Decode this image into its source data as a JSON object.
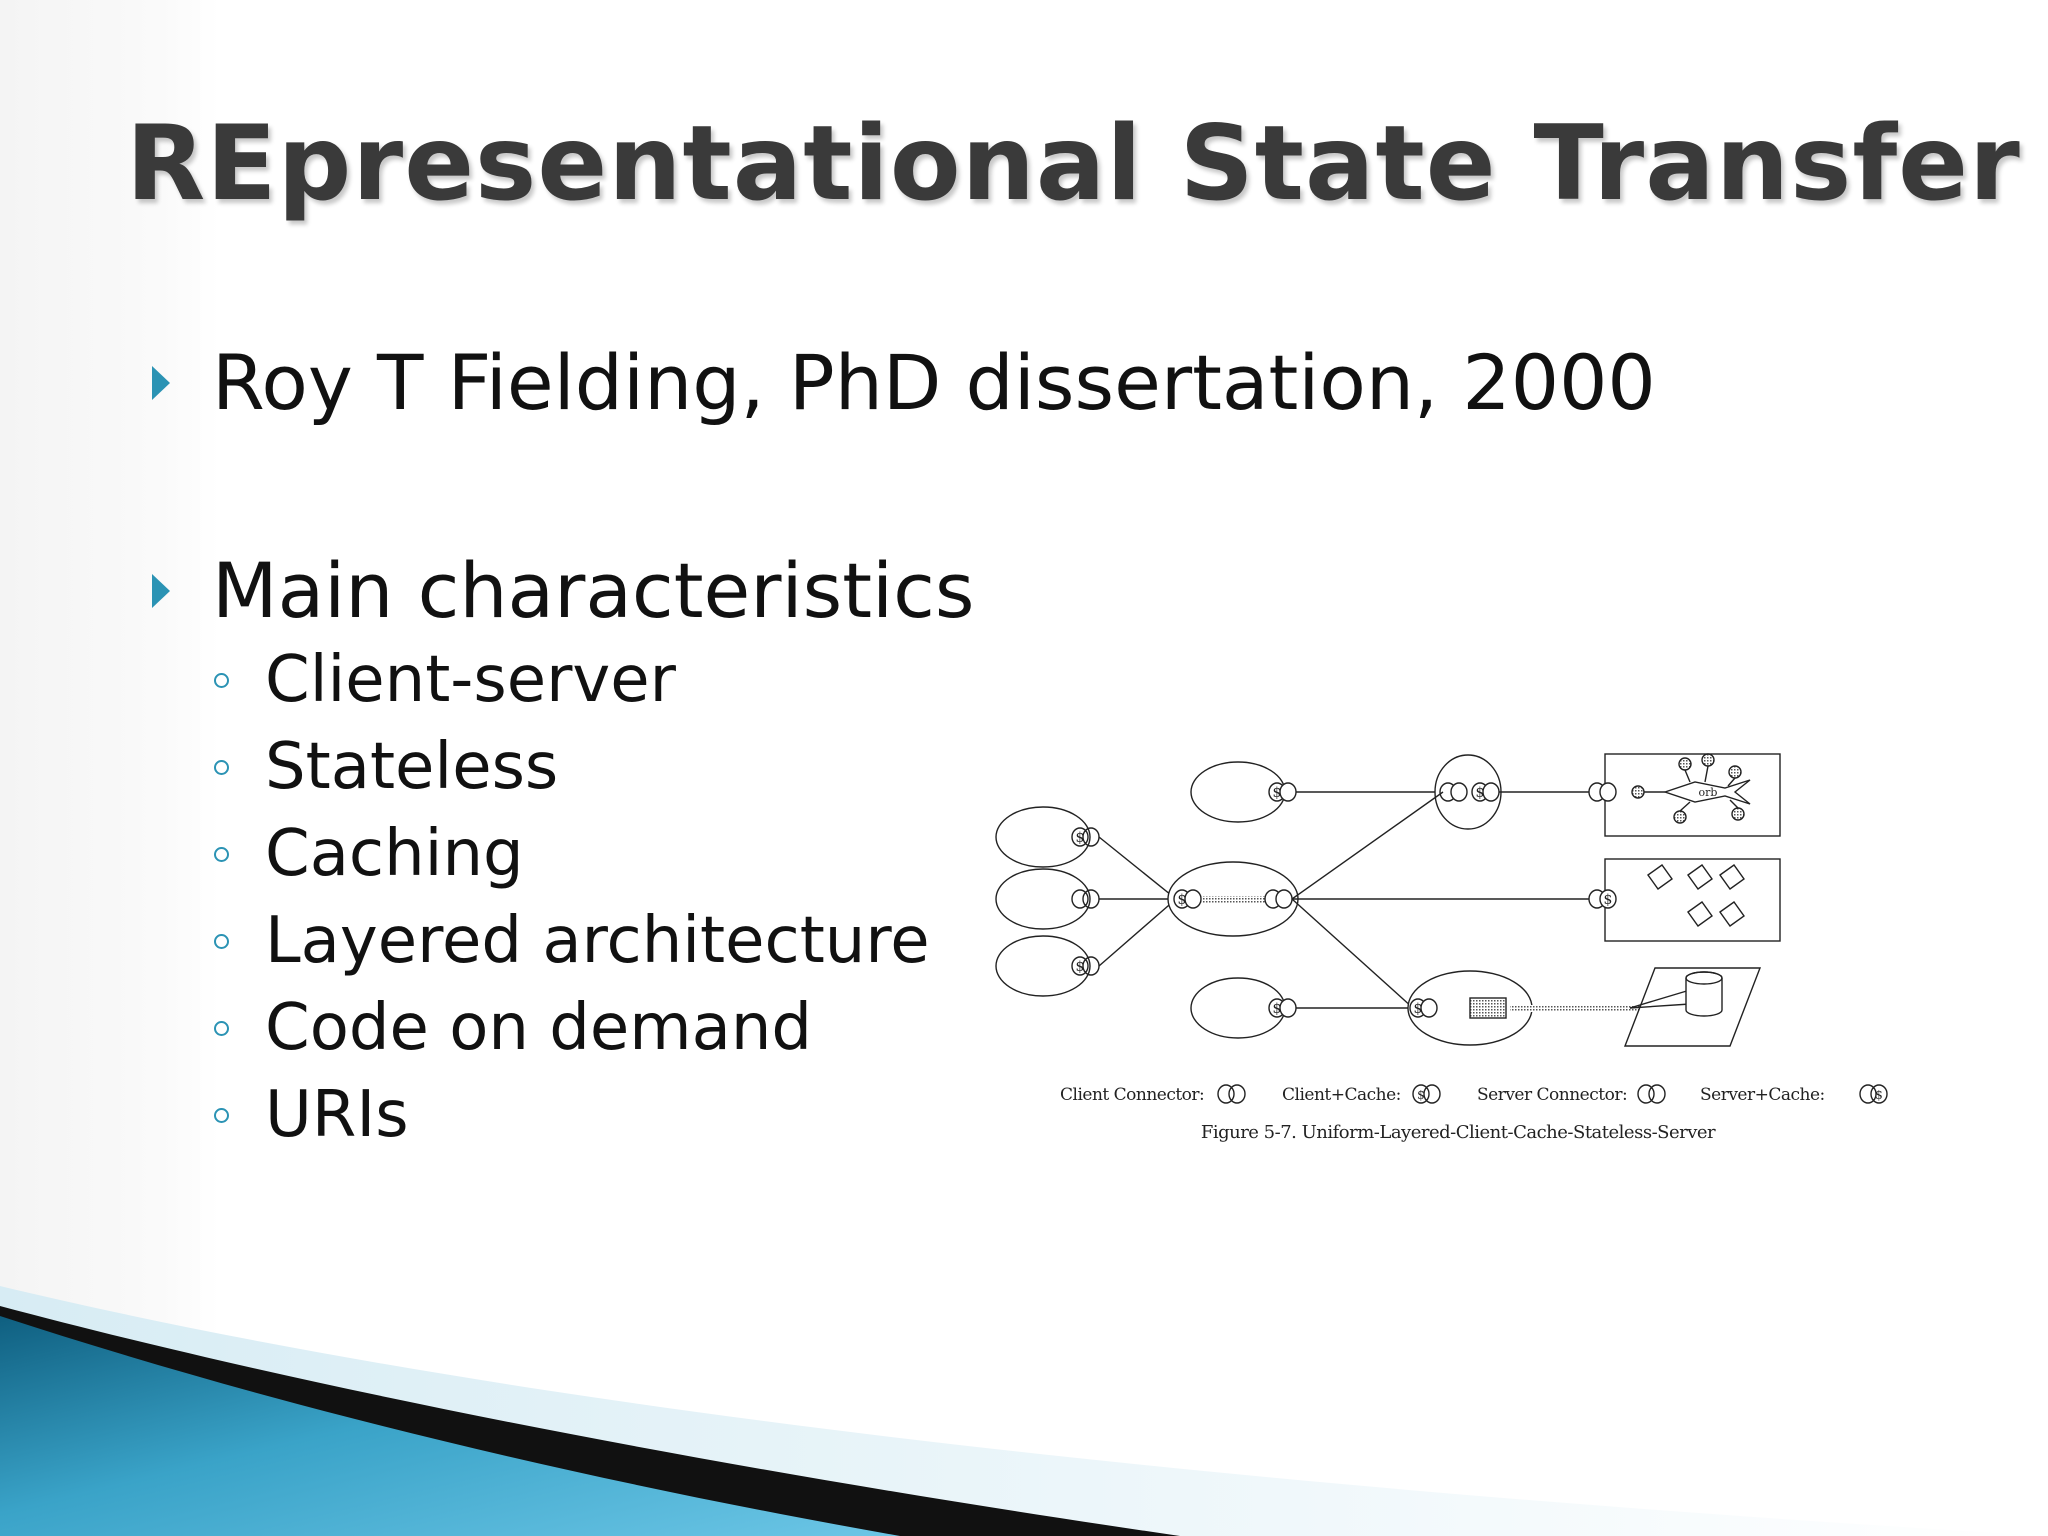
{
  "slide": {
    "title": "REpresentational State Transfer",
    "bullets": [
      "Roy T Fielding, PhD dissertation, 2000",
      "Main characteristics"
    ],
    "sub_items": [
      "Client-server",
      "Stateless",
      "Caching",
      "Layered architecture",
      "Code on demand",
      "URIs"
    ],
    "accent_color": "#2b93b4"
  },
  "figure": {
    "caption": "Figure 5-7.  Uniform-Layered-Client-Cache-Stateless-Server",
    "legend": [
      "Client Connector:",
      "Client+Cache:",
      "Server Connector:",
      "Server+Cache:"
    ],
    "node_label": "orb",
    "cache_glyph": "$"
  }
}
